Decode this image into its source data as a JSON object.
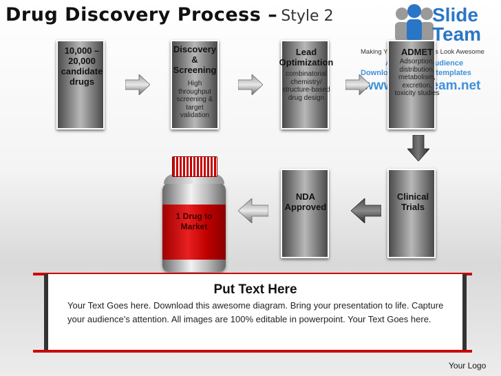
{
  "title": {
    "main": "Drug Discovery Process –",
    "sub": "Style 2"
  },
  "logo": {
    "brand_line1": "Slide",
    "brand_line2": "Team",
    "tagline": "Making Your Presentations Look Awesome",
    "watermark_line1": "Amaze your audience",
    "watermark_line2": "Download Awesome templates",
    "watermark_url": "www.slideteam.net"
  },
  "stages": [
    {
      "id": "candidates",
      "heading": "10,000 –\n20,000\ncandidate\ndrugs",
      "detail": ""
    },
    {
      "id": "discovery",
      "heading": "Discovery\n&\nScreening",
      "detail": "High\nthroughput\nscreening &\ntarget\nvalidation"
    },
    {
      "id": "lead",
      "heading": "Lead\nOptimization",
      "detail": "combinatorial\nchemistry/\nstructure-based\ndrug design"
    },
    {
      "id": "admet",
      "heading": "ADMET",
      "detail": "Adsorption,\ndistribution,\nmetabolism,\nexcretion,\ntoxicity studies"
    },
    {
      "id": "clinical",
      "heading": "Clinical\nTrials",
      "detail": ""
    },
    {
      "id": "nda",
      "heading": "NDA\nApproved",
      "detail": ""
    },
    {
      "id": "market",
      "heading": "1 Drug to\nMarket",
      "detail": ""
    }
  ],
  "panel": {
    "title": "Put Text Here",
    "body": "Your Text Goes here. Download this awesome diagram. Bring your presentation to life. Capture your audience’s attention. All images are 100% editable in powerpoint. Your Text Goes here."
  },
  "footer": {
    "logo_text": "Your Logo"
  },
  "colors": {
    "accent_red": "#cc0000",
    "brand_blue": "#2a76c6",
    "stage_gray": "#888888"
  }
}
